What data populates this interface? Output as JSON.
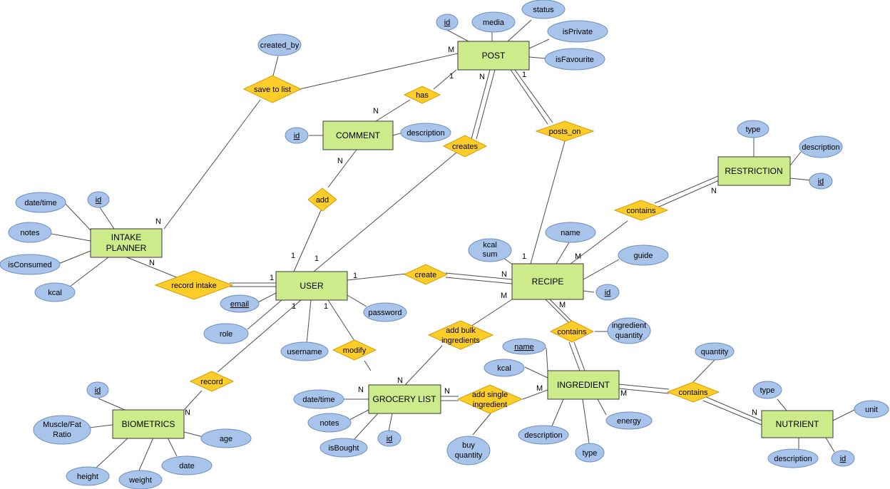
{
  "colors": {
    "entity_fill": "#cdeb8b",
    "attribute_fill": "#a9c4eb",
    "relationship_fill": "#ffcd28",
    "line": "#4d4d4d"
  },
  "entities": {
    "post": "POST",
    "comment": "COMMENT",
    "intake_planner_line1": "INTAKE",
    "intake_planner_line2": "PLANNER",
    "user": "USER",
    "recipe": "RECIPE",
    "restriction": "RESTRICTION",
    "grocery_list": "GROCERY LIST",
    "ingredient": "INGREDIENT",
    "biometrics": "BIOMETRICS",
    "nutrient": "NUTRIENT"
  },
  "relationships": {
    "save_to_list": "save to list",
    "has": "has",
    "creates": "creates",
    "posts_on": "posts_on",
    "add": "add",
    "contains_restriction": "contains",
    "record_intake": "record intake",
    "create": "create",
    "add_bulk_line1": "add bulk",
    "add_bulk_line2": "ingredients",
    "contains_ingredient": "contains",
    "modify": "modify",
    "record": "record",
    "add_single_line1": "add single",
    "add_single_line2": "ingredient",
    "contains_nutrient": "contains"
  },
  "attributes": {
    "post_id": "id",
    "post_media": "media",
    "post_status": "status",
    "post_isprivate": "isPrivate",
    "post_isfavourite": "isFavourite",
    "created_by": "created_by",
    "comment_id": "id",
    "comment_description": "description",
    "planner_datetime": "date/time",
    "planner_id": "id",
    "planner_notes": "notes",
    "planner_isconsumed": "isConsumed",
    "planner_kcal": "kcal",
    "user_email": "email",
    "user_role": "role",
    "user_username": "username",
    "user_password": "password",
    "recipe_kcal_line1": "kcal",
    "recipe_kcal_line2": "sum",
    "recipe_name": "name",
    "recipe_guide": "guide",
    "recipe_id": "id",
    "restriction_type": "type",
    "restriction_description": "description",
    "restriction_id": "id",
    "ingqty_line1": "ingredient",
    "ingqty_line2": "quantity",
    "ingredient_name": "name",
    "ingredient_kcal": "kcal",
    "ingredient_energy": "energy",
    "ingredient_description": "description",
    "ingredient_type": "type",
    "grocery_datetime": "date/time",
    "grocery_notes": "notes",
    "grocery_isbought": "isBought",
    "grocery_id": "id",
    "buyqty_line1": "buy",
    "buyqty_line2": "quantity",
    "nutrient_quantity": "quantity",
    "nutrient_type": "type",
    "nutrient_unit": "unit",
    "nutrient_description": "description",
    "nutrient_id": "id",
    "bio_id": "id",
    "bio_musclefat_line1": "Muscle/Fat",
    "bio_musclefat_line2": "Ratio",
    "bio_age": "age",
    "bio_height": "height",
    "bio_weight": "weight",
    "bio_date": "date"
  },
  "cardinalities": {
    "post_save": "M",
    "post_has": "1",
    "post_creates": "N",
    "post_postson": "1",
    "comment_has": "N",
    "comment_add": "N",
    "planner_save": "N",
    "planner_record": "N",
    "user_add": "1",
    "user_creates": "1",
    "user_recordintake": "1",
    "user_create": "1",
    "user_modify": "1",
    "user_record": "1",
    "recipe_postson": "1",
    "recipe_contains_r": "M",
    "recipe_create": "N",
    "recipe_bulk": "M",
    "recipe_contains_i": "M",
    "restriction_contains": "N",
    "grocery_modify": "N",
    "grocery_bulk": "N",
    "grocery_single": "N",
    "ingredient_single": "M",
    "ingredient_nutrient": "M",
    "nutrient_contains": "N",
    "bio_record": "N"
  }
}
